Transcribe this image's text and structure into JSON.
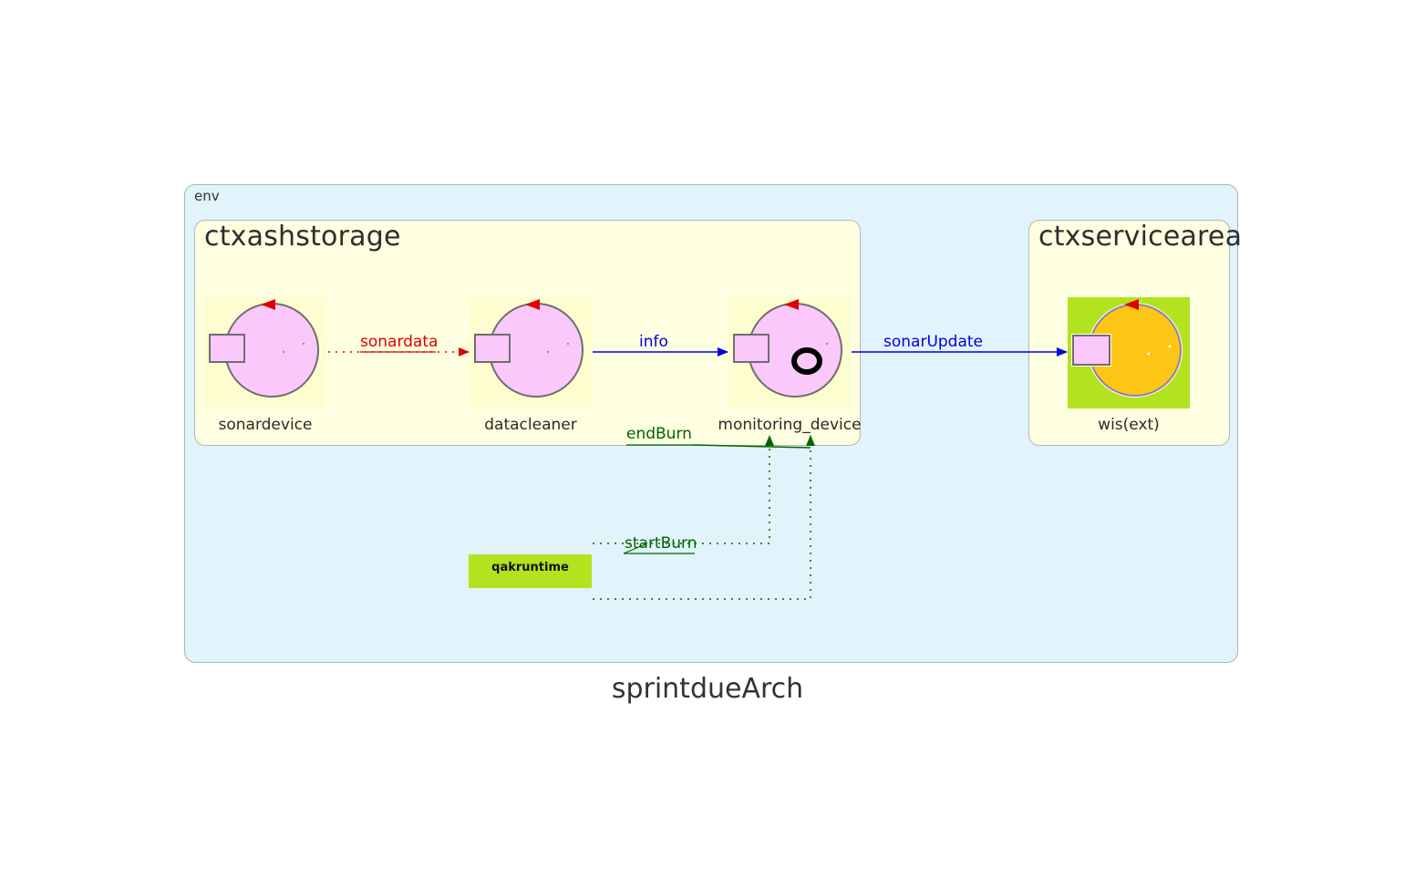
{
  "diagram": {
    "title": "sprintdueArch",
    "env_label": "env",
    "contexts": [
      {
        "id": "ctxashstorage",
        "label": "ctxashstorage"
      },
      {
        "id": "ctxservicearea",
        "label": "ctxservicearea"
      }
    ],
    "actors": [
      {
        "id": "sonardevice",
        "label": "sonardevice",
        "context": "ctxashstorage",
        "icon": "actor-icon"
      },
      {
        "id": "datacleaner",
        "label": "datacleaner",
        "context": "ctxashstorage",
        "icon": "actor-icon"
      },
      {
        "id": "monitoring_device",
        "label": "monitoring_device",
        "context": "ctxashstorage",
        "icon": "actor-with-ring-icon"
      },
      {
        "id": "wis",
        "label": "wis(ext)",
        "context": "ctxservicearea",
        "icon": "external-actor-icon"
      }
    ],
    "runtime_label": "qakruntime",
    "edges": [
      {
        "from": "sonardevice",
        "to": "datacleaner",
        "label": "sonardata",
        "style": "dotted",
        "color": "#e00000"
      },
      {
        "from": "datacleaner",
        "to": "monitoring_device",
        "label": "info",
        "style": "solid",
        "color": "#0000e0"
      },
      {
        "from": "monitoring_device",
        "to": "wis",
        "label": "sonarUpdate",
        "style": "solid",
        "color": "#0000e0"
      },
      {
        "from": "qakruntime",
        "to": "monitoring_device",
        "label": "startBurn",
        "style": "dotted",
        "color": "#006400"
      },
      {
        "from": "qakruntime",
        "to": "monitoring_device",
        "label": "endBurn",
        "style": "dotted",
        "color": "#006400"
      }
    ]
  },
  "colors": {
    "env_bg": "#e1f3fb",
    "context_bg": "#fefee0",
    "actor_fill": "#fbc8fb",
    "external_fill": "#fdc514",
    "external_bg": "#b3e21f",
    "runtime_bg": "#b3e21f"
  }
}
